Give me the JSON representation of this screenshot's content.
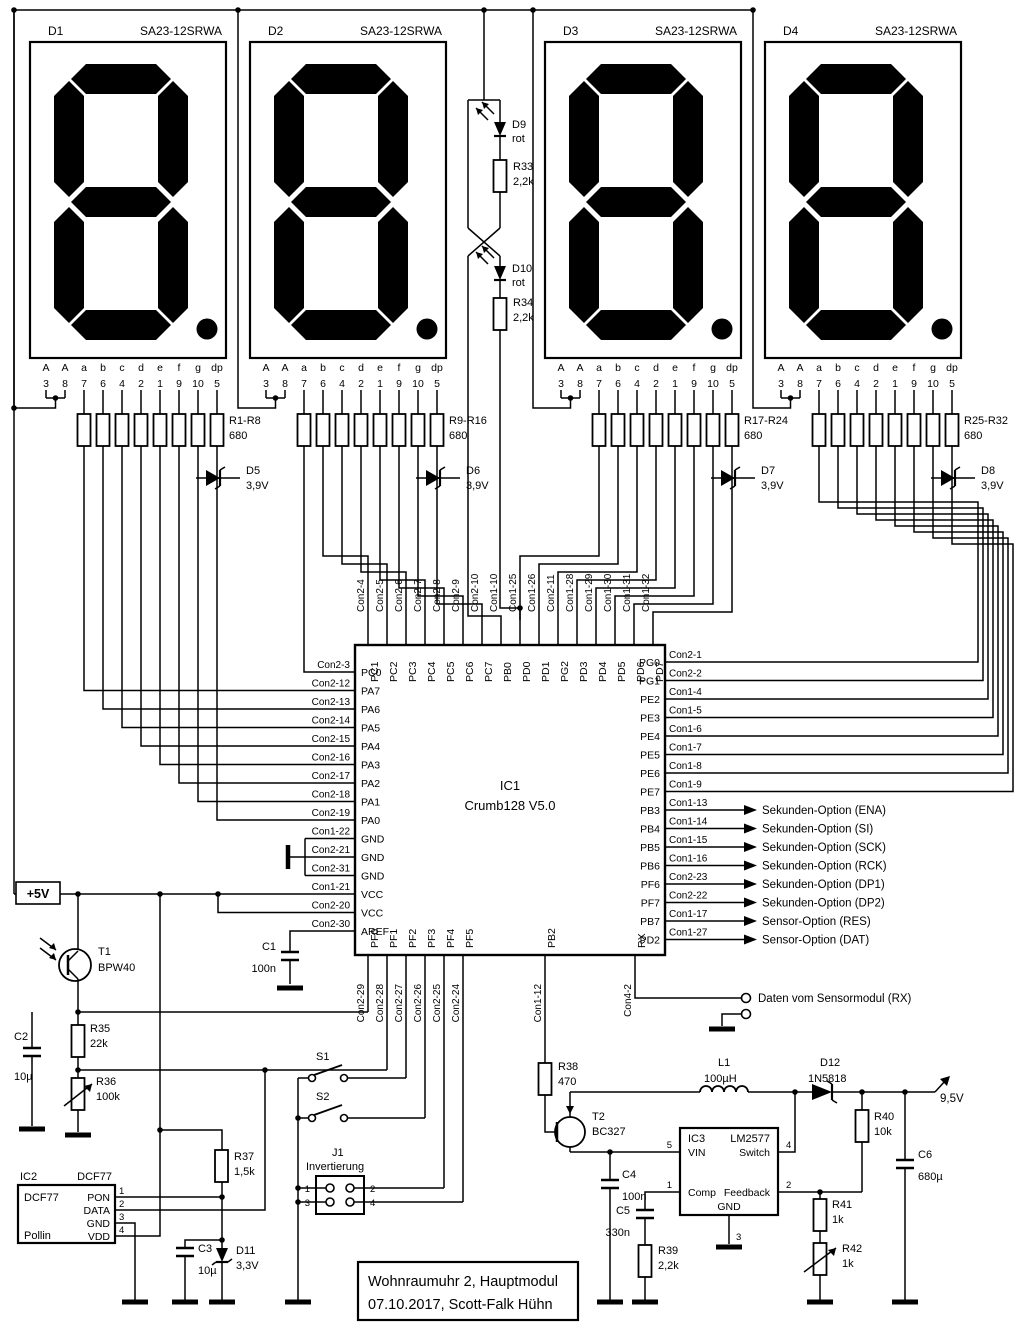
{
  "displays": [
    {
      "designator": "D1",
      "part": "SA23-12SRWA"
    },
    {
      "designator": "D2",
      "part": "SA23-12SRWA"
    },
    {
      "designator": "D3",
      "part": "SA23-12SRWA"
    },
    {
      "designator": "D4",
      "part": "SA23-12SRWA"
    }
  ],
  "display_pin_letters": [
    "A",
    "A",
    "a",
    "b",
    "c",
    "d",
    "e",
    "f",
    "g",
    "dp"
  ],
  "display_pin_numbers": [
    "3",
    "8",
    "7",
    "6",
    "4",
    "2",
    "1",
    "9",
    "10",
    "5"
  ],
  "resistor_groups": [
    {
      "label": "R1-R8",
      "value": "680"
    },
    {
      "label": "R9-R16",
      "value": "680"
    },
    {
      "label": "R17-R24",
      "value": "680"
    },
    {
      "label": "R25-R32",
      "value": "680"
    }
  ],
  "zeners": [
    {
      "designator": "D5",
      "value": "3,9V"
    },
    {
      "designator": "D6",
      "value": "3,9V"
    },
    {
      "designator": "D7",
      "value": "3,9V"
    },
    {
      "designator": "D8",
      "value": "3,9V"
    }
  ],
  "colon": {
    "leds": [
      {
        "designator": "D9",
        "value": "rot"
      },
      {
        "designator": "D10",
        "value": "rot"
      }
    ],
    "resistors": [
      {
        "designator": "R33",
        "value": "2,2k"
      },
      {
        "designator": "R34",
        "value": "2,2k"
      }
    ]
  },
  "ic1": {
    "designator": "IC1",
    "part": "Crumb128 V5.0",
    "top": [
      {
        "name": "PC1",
        "con": "Con2-4"
      },
      {
        "name": "PC2",
        "con": "Con2-5"
      },
      {
        "name": "PC3",
        "con": "Con2-6"
      },
      {
        "name": "PC4",
        "con": "Con2-7"
      },
      {
        "name": "PC5",
        "con": "Con2-8"
      },
      {
        "name": "PC6",
        "con": "Con2-9"
      },
      {
        "name": "PC7",
        "con": "Con2-10"
      },
      {
        "name": "PB0",
        "con": "Con1-10"
      },
      {
        "name": "PD0",
        "con": "Con1-25"
      },
      {
        "name": "PD1",
        "con": "Con1-26"
      },
      {
        "name": "PG2",
        "con": "Con2-11"
      },
      {
        "name": "PD3",
        "con": "Con1-28"
      },
      {
        "name": "PD4",
        "con": "Con1-29"
      },
      {
        "name": "PD5",
        "con": "Con1-30"
      },
      {
        "name": "PD6",
        "con": "Con1-31"
      },
      {
        "name": "PD7",
        "con": "Con1-32"
      }
    ],
    "left": [
      {
        "name": "PC0",
        "con": "Con2-3"
      },
      {
        "name": "PA7",
        "con": "Con2-12"
      },
      {
        "name": "PA6",
        "con": "Con2-13"
      },
      {
        "name": "PA5",
        "con": "Con2-14"
      },
      {
        "name": "PA4",
        "con": "Con2-15"
      },
      {
        "name": "PA3",
        "con": "Con2-16"
      },
      {
        "name": "PA2",
        "con": "Con2-17"
      },
      {
        "name": "PA1",
        "con": "Con2-18"
      },
      {
        "name": "PA0",
        "con": "Con2-19"
      },
      {
        "name": "GND",
        "con": "Con1-22"
      },
      {
        "name": "GND",
        "con": "Con2-21"
      },
      {
        "name": "GND",
        "con": "Con2-31"
      },
      {
        "name": "VCC",
        "con": "Con1-21"
      },
      {
        "name": "VCC",
        "con": "Con2-20"
      },
      {
        "name": "AREF",
        "con": "Con2-30"
      }
    ],
    "right": [
      {
        "name": "PG0",
        "con": "Con2-1"
      },
      {
        "name": "PG1",
        "con": "Con2-2"
      },
      {
        "name": "PE2",
        "con": "Con1-4"
      },
      {
        "name": "PE3",
        "con": "Con1-5"
      },
      {
        "name": "PE4",
        "con": "Con1-6"
      },
      {
        "name": "PE5",
        "con": "Con1-7"
      },
      {
        "name": "PE6",
        "con": "Con1-8"
      },
      {
        "name": "PE7",
        "con": "Con1-9"
      },
      {
        "name": "PB3",
        "con": "Con1-13",
        "option": "Sekunden-Option (ENA)"
      },
      {
        "name": "PB4",
        "con": "Con1-14",
        "option": "Sekunden-Option (SI)"
      },
      {
        "name": "PB5",
        "con": "Con1-15",
        "option": "Sekunden-Option (SCK)"
      },
      {
        "name": "PB6",
        "con": "Con1-16",
        "option": "Sekunden-Option (RCK)"
      },
      {
        "name": "PF6",
        "con": "Con2-23",
        "option": "Sekunden-Option (DP1)"
      },
      {
        "name": "PF7",
        "con": "Con2-22",
        "option": "Sekunden-Option (DP2)"
      },
      {
        "name": "PB7",
        "con": "Con1-17",
        "option": "Sensor-Option (RES)"
      },
      {
        "name": "PD2",
        "con": "Con1-27",
        "option": "Sensor-Option (DAT)"
      }
    ],
    "bottom": [
      {
        "name": "PF0",
        "con": "Con2-29"
      },
      {
        "name": "PF1",
        "con": "Con2-28"
      },
      {
        "name": "PF2",
        "con": "Con2-27"
      },
      {
        "name": "PF3",
        "con": "Con2-26"
      },
      {
        "name": "PF4",
        "con": "Con2-25"
      },
      {
        "name": "PF5",
        "con": "Con2-24"
      },
      {
        "name": "PB2",
        "con": "Con1-12"
      },
      {
        "name": "RX",
        "con": "Con4-2"
      }
    ]
  },
  "power": {
    "rail": "+5V",
    "output": "9,5V"
  },
  "sensor_note": "Daten vom Sensormodul (RX)",
  "t1": {
    "designator": "T1",
    "part": "BPW40"
  },
  "t2": {
    "designator": "T2",
    "part": "BC327"
  },
  "r35": {
    "designator": "R35",
    "value": "22k"
  },
  "r36": {
    "designator": "R36",
    "value": "100k"
  },
  "r37": {
    "designator": "R37",
    "value": "1,5k"
  },
  "r38": {
    "designator": "R38",
    "value": "470"
  },
  "r39": {
    "designator": "R39",
    "value": "2,2k"
  },
  "r40": {
    "designator": "R40",
    "value": "10k"
  },
  "r41": {
    "designator": "R41",
    "value": "1k"
  },
  "r42": {
    "designator": "R42",
    "value": "1k"
  },
  "c1": {
    "designator": "C1",
    "value": "100n"
  },
  "c2": {
    "designator": "C2",
    "value": "10µ"
  },
  "c3": {
    "designator": "C3",
    "value": "10µ"
  },
  "c4": {
    "designator": "C4",
    "value": "100n"
  },
  "c5": {
    "designator": "C5",
    "value": "330n"
  },
  "c6": {
    "designator": "C6",
    "value": "680µ"
  },
  "d11": {
    "designator": "D11",
    "value": "3,3V"
  },
  "d12": {
    "designator": "D12",
    "value": "1N5818"
  },
  "l1": {
    "designator": "L1",
    "value": "100µH"
  },
  "ic2": {
    "designator": "IC2",
    "part": "DCF77",
    "title": "DCF77",
    "subtitle": "Pollin",
    "pins": [
      {
        "name": "PON",
        "number": "1"
      },
      {
        "name": "DATA",
        "number": "2"
      },
      {
        "name": "GND",
        "number": "3"
      },
      {
        "name": "VDD",
        "number": "4"
      }
    ]
  },
  "ic3": {
    "designator": "IC3",
    "part": "LM2577",
    "pins": {
      "vin": {
        "name": "VIN",
        "number": "5"
      },
      "sw": {
        "name": "Switch",
        "number": "4"
      },
      "comp": {
        "name": "Comp",
        "number": "1"
      },
      "feedback": {
        "name": "Feedback",
        "number": "2"
      },
      "gnd": {
        "name": "GND",
        "number": "3"
      }
    }
  },
  "s1": {
    "designator": "S1"
  },
  "s2": {
    "designator": "S2"
  },
  "j1": {
    "designator": "J1",
    "label": "Invertierung",
    "pins": [
      "1",
      "2",
      "3",
      "4"
    ]
  },
  "title": {
    "line1": "Wohnraumuhr 2, Hauptmodul",
    "line2": "07.10.2017, Scott-Falk Hühn"
  }
}
